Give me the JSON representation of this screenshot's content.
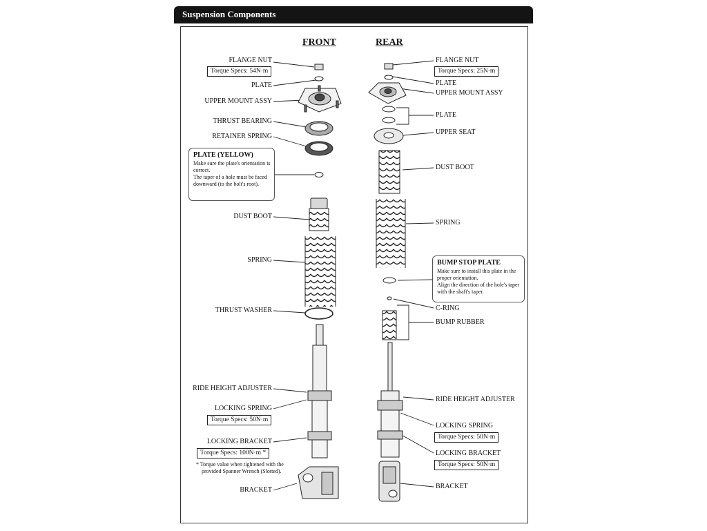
{
  "header": {
    "title": "Suspension Components"
  },
  "columns": {
    "front": "FRONT",
    "rear": "REAR"
  },
  "front": {
    "flange_nut": "FLANGE NUT",
    "flange_nut_torque": "Torque Specs: 54N·m",
    "plate": "PLATE",
    "upper_mount": "UPPER MOUNT ASSY",
    "thrust_bearing": "THRUST BEARING",
    "retainer_spring": "RETAINER SPRING",
    "note": {
      "title": "PLATE (YELLOW)",
      "lines": [
        "Make sure the plate's orientation is",
        "correct.",
        "The taper of a hole must be faced",
        "downward (to the bolt's root)."
      ]
    },
    "dust_boot": "DUST BOOT",
    "spring": "SPRING",
    "thrust_washer": "THRUST WASHER",
    "ride_height": "RIDE HEIGHT ADJUSTER",
    "locking_spring": "LOCKING SPRING",
    "locking_spring_torque": "Torque Specs: 50N·m",
    "locking_bracket": "LOCKING BRACKET",
    "locking_bracket_torque": "Torque Specs: 100N·m *",
    "footnote": [
      "* Torque value when tightened with the",
      "provided Spanner Wrench (Slotted)."
    ],
    "bracket": "BRACKET"
  },
  "rear": {
    "flange_nut": "FLANGE NUT",
    "flange_nut_torque": "Torque Specs: 25N·m",
    "plate_top": "PLATE",
    "upper_mount": "UPPER MOUNT ASSY",
    "plate": "PLATE",
    "upper_seat": "UPPER  SEAT",
    "dust_boot": "DUST BOOT",
    "spring": "SPRING",
    "note": {
      "title": "BUMP STOP PLATE",
      "lines": [
        "Make sure to install this plate in the",
        "proper orientation.",
        "Align the direction of the hole's taper",
        "with the shaft's taper."
      ]
    },
    "c_ring": "C-RING",
    "bump_rubber": "BUMP RUBBER",
    "ride_height": "RIDE HEIGHT ADJUSTER",
    "locking_spring": "LOCKING SPRING",
    "locking_spring_torque": "Torque Specs: 50N·m",
    "locking_bracket": "LOCKING BRACKET",
    "locking_bracket_torque": "Torque Specs: 50N·m",
    "bracket": "BRACKET"
  }
}
